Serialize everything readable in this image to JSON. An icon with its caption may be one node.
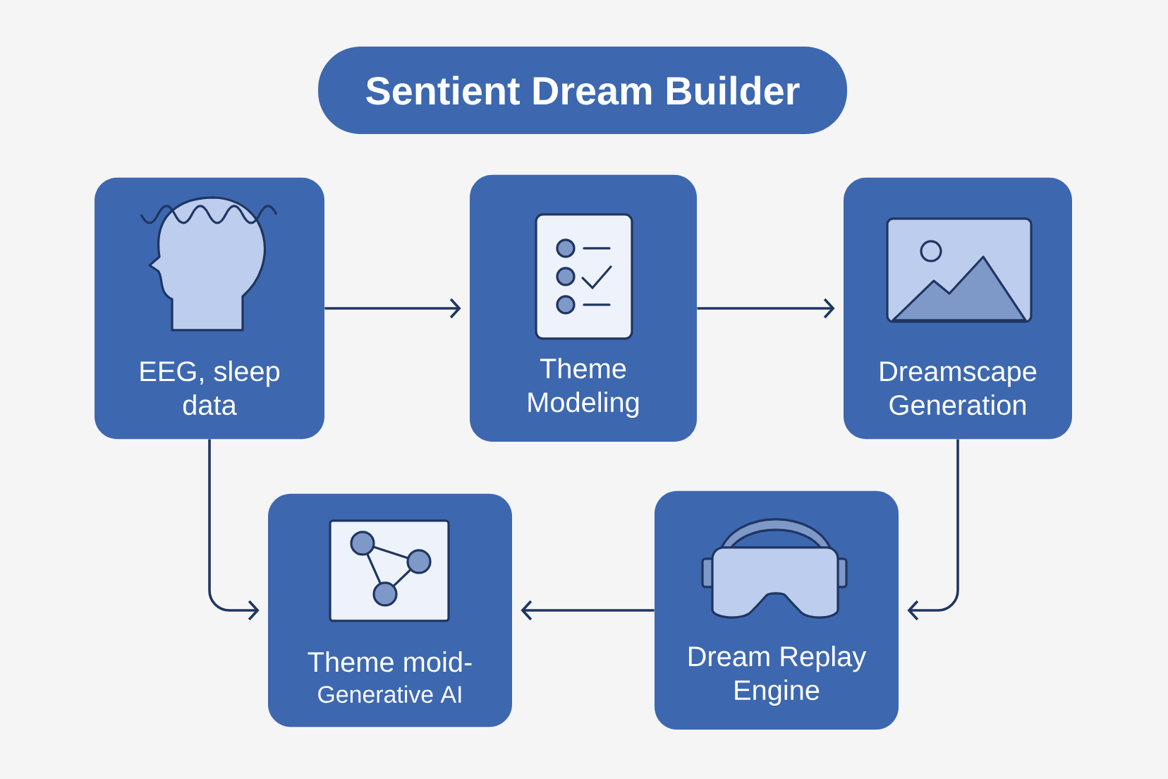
{
  "diagram": {
    "title": "Sentient Dream Builder",
    "nodes": [
      {
        "text": [
          "EEG, sleep data"
        ]
      },
      {
        "text": [
          "Theme Modeling"
        ]
      },
      {
        "text": [
          "Dreamscape Generation"
        ]
      },
      {
        "text": [
          "Theme moid-",
          "Generative AI"
        ]
      },
      {
        "text": [
          "Dream Replay Engine"
        ]
      }
    ],
    "edges": [
      {
        "from": 0,
        "to": 1,
        "arrow": "to"
      },
      {
        "from": 1,
        "to": 2,
        "arrow": "to"
      },
      {
        "from": 2,
        "to": 4,
        "arrow": "to"
      },
      {
        "from": 4,
        "to": 3,
        "arrow": "to"
      },
      {
        "from": 0,
        "to": 3,
        "arrow": "to"
      }
    ]
  }
}
